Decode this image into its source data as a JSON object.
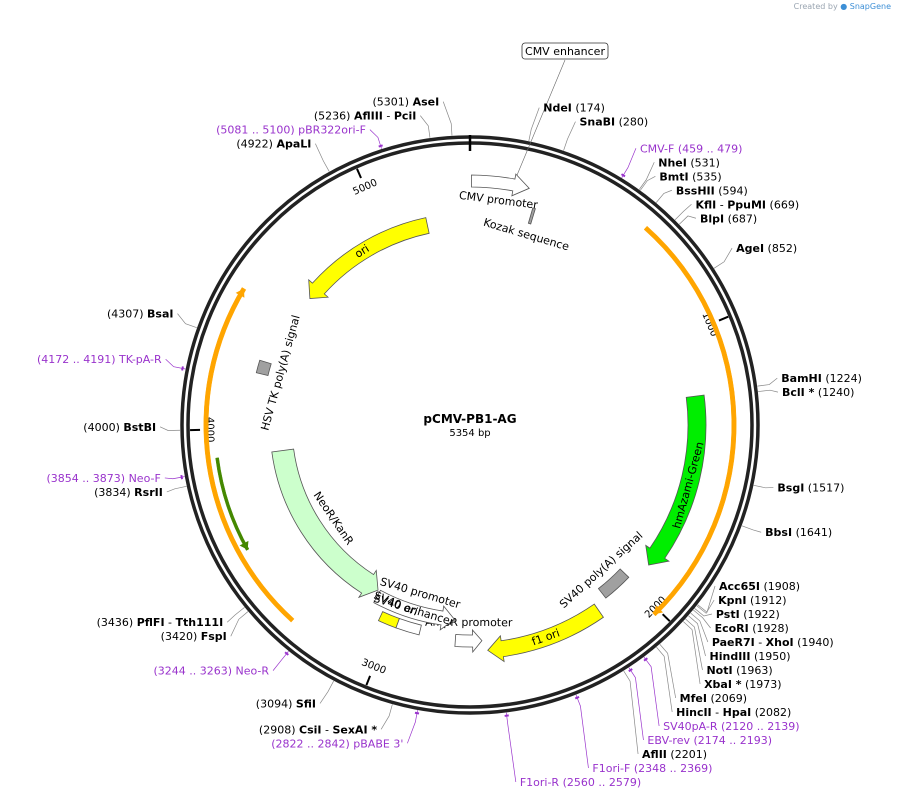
{
  "credit": {
    "prefix": "Created by",
    "brand": "SnapGene"
  },
  "plasmid": {
    "name": "pCMV-PB1-AG",
    "length_bp": 5354,
    "length_label": "5354 bp"
  },
  "colors": {
    "primer": "#9933cc",
    "yellow": "#ffff00",
    "green": "#00ee00",
    "pale_green": "#ccffcc",
    "orange": "#ffa500",
    "grey": "#a0a0a0",
    "white_feature": "#ffffff"
  },
  "ticks": [
    {
      "bp": 1000,
      "label": "1000"
    },
    {
      "bp": 2000,
      "label": "2000"
    },
    {
      "bp": 3000,
      "label": "3000"
    },
    {
      "bp": 4000,
      "label": "4000"
    },
    {
      "bp": 5000,
      "label": "5000"
    }
  ],
  "features": [
    {
      "name": "CMV enhancer",
      "type": "box_label"
    },
    {
      "name": "CMV promoter",
      "start": 5,
      "end": 209,
      "dir": 1,
      "color": "#ffffff"
    },
    {
      "name": "Kozak sequence",
      "start": 240,
      "end": 250,
      "dir": 0,
      "color": "#a0a0a0"
    },
    {
      "name": "hmAzami-Green",
      "start": 1230,
      "end": 1905,
      "dir": 1,
      "color": "#00ee00"
    },
    {
      "name": "SV40 poly(A) signal",
      "start": 1990,
      "end": 2110,
      "dir": 0,
      "color": "#a0a0a0"
    },
    {
      "name": "f1 ori",
      "start": 2160,
      "end": 2610,
      "dir": 1,
      "color": "#ffff00"
    },
    {
      "name": "AmpR promoter",
      "start": 2630,
      "end": 2735,
      "dir": -1,
      "color": "#ffffff"
    },
    {
      "name": "SV40 promoter",
      "start": 2745,
      "end": 3100,
      "dir": -1,
      "color": "#ffffff"
    },
    {
      "name": "SV40 ori",
      "start": 2975,
      "end": 3050,
      "dir": 0,
      "color": "#ffff00"
    },
    {
      "name": "SV40 enhancer",
      "start": 2880,
      "end": 2975,
      "dir": 0,
      "color": "#ffffff"
    },
    {
      "name": "NeoR/KanR",
      "start": 3110,
      "end": 3900,
      "dir": -1,
      "color": "#ccffcc"
    },
    {
      "name": "HSV TK poly(A) signal",
      "start": 4220,
      "end": 4270,
      "dir": 0,
      "color": "#a0a0a0"
    },
    {
      "name": "ori",
      "start": 4585,
      "end": 5175,
      "dir": -1,
      "color": "#ffff00"
    }
  ],
  "orfs": [
    {
      "name": "orange-orf-right",
      "start": 620,
      "end": 2020,
      "dir": 1,
      "color": "#ffa500"
    },
    {
      "name": "orange-orf-left",
      "start": 3305,
      "end": 4478,
      "dir": 1,
      "color": "#ffa500"
    },
    {
      "name": "NeoR/KanR",
      "start": 3580,
      "end": 3905,
      "dir": -1,
      "color": "#448800",
      "inner": true
    }
  ],
  "sites": [
    {
      "id": "asei",
      "name": "AseI",
      "pos": "(5301)",
      "bp": 5301,
      "side": "L"
    },
    {
      "id": "afliii-pcii",
      "name": "AflIII",
      "name2": "PciI",
      "pos": "(5236)",
      "bp": 5236,
      "side": "L"
    },
    {
      "id": "pbr322ori-f",
      "name": "pBR322ori-F",
      "pos": "(5081 .. 5100)",
      "bp": 5090,
      "side": "L",
      "primer": true
    },
    {
      "id": "apali",
      "name": "ApaLI",
      "pos": "(4922)",
      "bp": 4922,
      "side": "L"
    },
    {
      "id": "bsai",
      "name": "BsaI",
      "pos": "(4307)",
      "bp": 4307,
      "side": "L"
    },
    {
      "id": "tk-pa-r",
      "name": "TK-pA-R",
      "pos": "(4172 .. 4191)",
      "bp": 4181,
      "side": "L",
      "primer": true
    },
    {
      "id": "bstbi",
      "name": "BstBI",
      "pos": "(4000)",
      "bp": 4000,
      "side": "L"
    },
    {
      "id": "neo-f",
      "name": "Neo-F",
      "pos": "(3854 .. 3873)",
      "bp": 3863,
      "side": "L",
      "primer": true
    },
    {
      "id": "rsrii",
      "name": "RsrII",
      "pos": "(3834)",
      "bp": 3834,
      "side": "L"
    },
    {
      "id": "pflfi-tth111i",
      "name": "PflFI",
      "name2": "Tth111I",
      "pos": "(3436)",
      "bp": 3436,
      "side": "L"
    },
    {
      "id": "fspi",
      "name": "FspI",
      "pos": "(3420)",
      "bp": 3420,
      "side": "L"
    },
    {
      "id": "neo-r",
      "name": "Neo-R",
      "pos": "(3244 .. 3263)",
      "bp": 3253,
      "side": "L",
      "primer": true
    },
    {
      "id": "sfii",
      "name": "SfiI",
      "pos": "(3094)",
      "bp": 3094,
      "side": "L"
    },
    {
      "id": "csii-sexai",
      "name": "CsiI",
      "name2": "SexAI *",
      "pos": "(2908)",
      "bp": 2908,
      "side": "L"
    },
    {
      "id": "pbabe-3",
      "name": "pBABE 3'",
      "pos": "(2822 .. 2842)",
      "bp": 2832,
      "side": "L",
      "primer": true
    },
    {
      "id": "f1ori-r",
      "name": "F1ori-R",
      "pos": "(2560 .. 2579)",
      "bp": 2570,
      "side": "R",
      "primer": true
    },
    {
      "id": "f1ori-f",
      "name": "F1ori-F",
      "pos": "(2348 .. 2369)",
      "bp": 2358,
      "side": "R",
      "primer": true
    },
    {
      "id": "aflii",
      "name": "AflII",
      "pos": "(2201)",
      "bp": 2201,
      "side": "R"
    },
    {
      "id": "ebv-rev",
      "name": "EBV-rev",
      "pos": "(2174 .. 2193)",
      "bp": 2183,
      "side": "R",
      "primer": true
    },
    {
      "id": "sv40pa-r",
      "name": "SV40pA-R",
      "pos": "(2120 .. 2139)",
      "bp": 2129,
      "side": "R",
      "primer": true
    },
    {
      "id": "hincii-hpai",
      "name": "HincII",
      "name2": "HpaI",
      "pos": "(2082)",
      "bp": 2082,
      "side": "R"
    },
    {
      "id": "mfei",
      "name": "MfeI",
      "pos": "(2069)",
      "bp": 2069,
      "side": "R"
    },
    {
      "id": "xbai",
      "name": "XbaI *",
      "pos": "(1973)",
      "bp": 1973,
      "side": "R"
    },
    {
      "id": "noti",
      "name": "NotI",
      "pos": "(1963)",
      "bp": 1963,
      "side": "R"
    },
    {
      "id": "hindiii",
      "name": "HindIII",
      "pos": "(1950)",
      "bp": 1950,
      "side": "R"
    },
    {
      "id": "paer7i-xhoi",
      "name": "PaeR7I",
      "name2": "XhoI",
      "pos": "(1940)",
      "bp": 1940,
      "side": "R"
    },
    {
      "id": "ecori",
      "name": "EcoRI",
      "pos": "(1928)",
      "bp": 1928,
      "side": "R"
    },
    {
      "id": "psti",
      "name": "PstI",
      "pos": "(1922)",
      "bp": 1922,
      "side": "R"
    },
    {
      "id": "kpni",
      "name": "KpnI",
      "pos": "(1912)",
      "bp": 1912,
      "side": "R"
    },
    {
      "id": "acc65i",
      "name": "Acc65I",
      "pos": "(1908)",
      "bp": 1908,
      "side": "R"
    },
    {
      "id": "bbsi",
      "name": "BbsI",
      "pos": "(1641)",
      "bp": 1641,
      "side": "R"
    },
    {
      "id": "bsgi",
      "name": "BsgI",
      "pos": "(1517)",
      "bp": 1517,
      "side": "R"
    },
    {
      "id": "bcli",
      "name": "BclI *",
      "pos": "(1240)",
      "bp": 1240,
      "side": "R"
    },
    {
      "id": "bamhi",
      "name": "BamHI",
      "pos": "(1224)",
      "bp": 1224,
      "side": "R"
    },
    {
      "id": "agei",
      "name": "AgeI",
      "pos": "(852)",
      "bp": 852,
      "side": "R"
    },
    {
      "id": "blpi",
      "name": "BlpI",
      "pos": "(687)",
      "bp": 687,
      "side": "R"
    },
    {
      "id": "kfli-ppumi",
      "name": "KflI",
      "name2": "PpuMI",
      "pos": "(669)",
      "bp": 669,
      "side": "R"
    },
    {
      "id": "bsshii",
      "name": "BssHII",
      "pos": "(594)",
      "bp": 594,
      "side": "R"
    },
    {
      "id": "bmti",
      "name": "BmtI",
      "pos": "(535)",
      "bp": 535,
      "side": "R"
    },
    {
      "id": "nhei",
      "name": "NheI",
      "pos": "(531)",
      "bp": 531,
      "side": "R"
    },
    {
      "id": "cmv-f",
      "name": "CMV-F",
      "pos": "(459 .. 479)",
      "bp": 469,
      "side": "R",
      "primer": true
    },
    {
      "id": "snabi",
      "name": "SnaBI",
      "pos": "(280)",
      "bp": 280,
      "side": "R"
    },
    {
      "id": "ndei",
      "name": "NdeI",
      "pos": "(174)",
      "bp": 174,
      "side": "R"
    }
  ]
}
